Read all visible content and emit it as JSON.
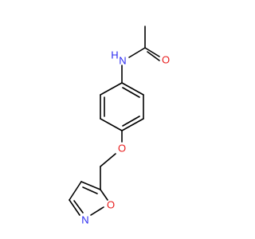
{
  "molecule": {
    "atoms": {
      "amide_n": {
        "label": "N",
        "hydrogen": "H",
        "color": "#2a2af0"
      },
      "carbonyl_o": {
        "label": "O",
        "color": "#e81c1c"
      },
      "ether_o": {
        "label": "O",
        "color": "#e81c1c"
      },
      "ring_o": {
        "label": "O",
        "color": "#e81c1c"
      },
      "ring_n": {
        "label": "N",
        "color": "#2a2af0"
      }
    }
  }
}
